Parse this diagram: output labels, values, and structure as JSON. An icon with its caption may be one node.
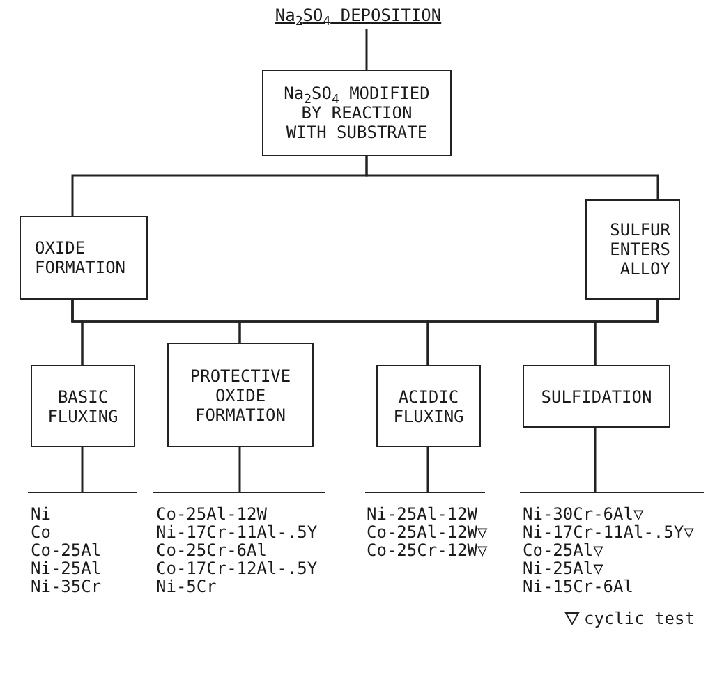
{
  "diagram": {
    "nodes": [
      {
        "text": [
          "Na$_{2}$SO$_{4}$ DEPOSITION"
        ]
      },
      {
        "text": [
          "Na$_{2}$SO$_{4}$ MODIFIED BY REACTION WITH SUBSTRATE"
        ]
      },
      {
        "text": [
          "OXIDE FORMATION"
        ]
      },
      {
        "text": [
          "SULFUR ENTERS ALLOY"
        ]
      },
      {
        "text": [
          "BASIC FLUXING"
        ]
      },
      {
        "text": [
          "PROTECTIVE OXIDE FORMATION"
        ]
      },
      {
        "text": [
          "ACIDIC FLUXING"
        ]
      },
      {
        "text": [
          "SULFIDATION"
        ]
      },
      {
        "text": [
          "Ni",
          "Co",
          "Co-25Al",
          "Ni-25Al",
          "Ni-35Cr"
        ]
      },
      {
        "text": [
          "Co-25Al-12W",
          "Ni-17Cr-11Al-.5Y",
          "Co-25Cr-6Al",
          "Co-17Cr-12Al-.5Y",
          "Ni-5Cr"
        ]
      },
      {
        "text": [
          "Ni-25Al-12W",
          "Co-25Al-12W▽",
          "Co-25Cr-12W▽"
        ]
      },
      {
        "text": [
          "Ni-30Cr-6Al▽",
          "Ni-17Cr-11Al-.5Y▽",
          "Co-25Al▽",
          "Ni-25Al▽",
          "Ni-15Cr-6Al"
        ]
      }
    ],
    "edges": [
      {
        "from": 0,
        "to": 1,
        "arrow": "none"
      },
      {
        "from": 1,
        "to": 2,
        "arrow": "none"
      },
      {
        "from": 1,
        "to": 3,
        "arrow": "none"
      },
      {
        "from": 2,
        "to": 4,
        "arrow": "none"
      },
      {
        "from": 2,
        "to": 5,
        "arrow": "none"
      },
      {
        "from": 2,
        "to": 6,
        "arrow": "none"
      },
      {
        "from": 2,
        "to": 7,
        "arrow": "none"
      },
      {
        "from": 3,
        "to": 4,
        "arrow": "none"
      },
      {
        "from": 3,
        "to": 5,
        "arrow": "none"
      },
      {
        "from": 3,
        "to": 6,
        "arrow": "none"
      },
      {
        "from": 3,
        "to": 7,
        "arrow": "none"
      },
      {
        "from": 4,
        "to": 8,
        "arrow": "none"
      },
      {
        "from": 5,
        "to": 9,
        "arrow": "none"
      },
      {
        "from": 6,
        "to": 10,
        "arrow": "none"
      },
      {
        "from": 7,
        "to": 11,
        "arrow": "none"
      }
    ],
    "legend": [
      {
        "text": "cyclic test"
      }
    ]
  }
}
